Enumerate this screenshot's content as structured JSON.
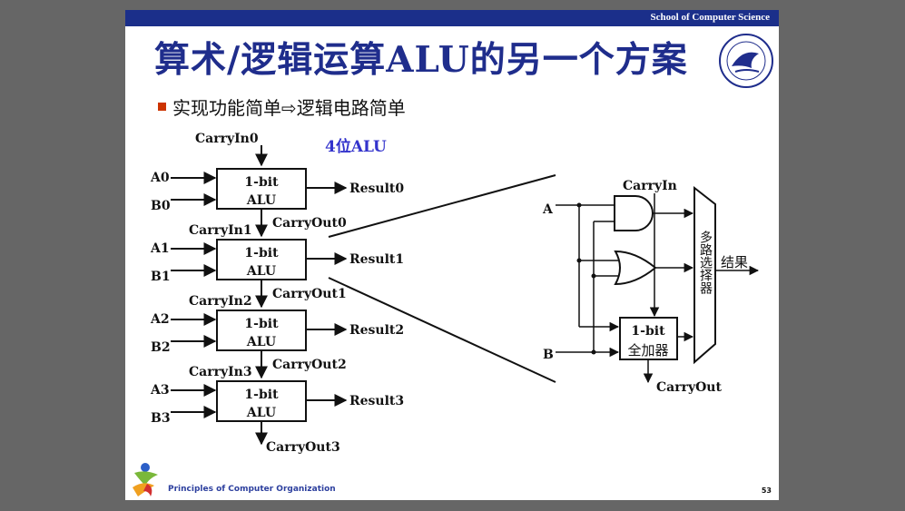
{
  "header": {
    "school": "School of Computer Science"
  },
  "title": "算术/逻辑运算ALU的另一个方案",
  "bullet": "实现功能简单⇨逻辑电路简单",
  "diagram": {
    "alu_caption": "4位ALU",
    "carry_in0": "CarryIn0",
    "block_line1": "1-bit",
    "block_line2": "ALU",
    "stages": [
      {
        "a": "A0",
        "b": "B0",
        "result": "Result0",
        "carry_out": "CarryOut0",
        "carry_in": "CarryIn0"
      },
      {
        "a": "A1",
        "b": "B1",
        "result": "Result1",
        "carry_out": "CarryOut1",
        "carry_in": "CarryIn1"
      },
      {
        "a": "A2",
        "b": "B2",
        "result": "Result2",
        "carry_out": "CarryOut2",
        "carry_in": "CarryIn2"
      },
      {
        "a": "A3",
        "b": "B3",
        "result": "Result3",
        "carry_out": "CarryOut3",
        "carry_in": "CarryIn3"
      }
    ],
    "detail": {
      "input_a": "A",
      "input_b": "B",
      "carry_in": "CarryIn",
      "adder_line1": "1-bit",
      "adder_line2": "全加器",
      "mux_label": "多路选择器",
      "output_label": "结果",
      "carry_out": "CarryOut"
    }
  },
  "footer": {
    "course": "Principles of Computer Organization",
    "page": "53"
  },
  "colors": {
    "header_bar": "#1b2f8a",
    "title": "#1f2d8c",
    "bullet": "#cc3300",
    "alu_caption": "#3333cc"
  }
}
